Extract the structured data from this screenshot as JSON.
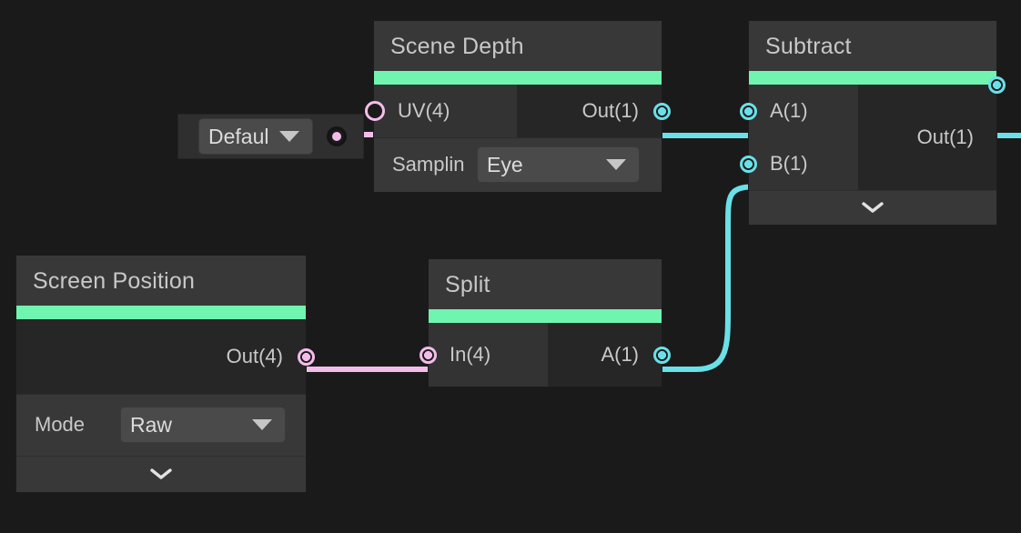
{
  "app": {
    "name": "shader-graph-editor",
    "background_color": "#1a1a1a",
    "accent_color": "#6ff5b0",
    "wire_colors": {
      "vector1": "#6ae0e8",
      "vector4": "#f3bdea"
    }
  },
  "property_widget": {
    "name": "default-dropdown",
    "value": "Default",
    "truncated_value": "Defaul",
    "port_icon": "filled-port-icon"
  },
  "nodes": [
    {
      "id": "scene-depth",
      "title": "Scene Depth",
      "inputs": [
        {
          "label": "UV(4)",
          "type": "vector4",
          "connected": true
        }
      ],
      "outputs": [
        {
          "label": "Out(1)",
          "type": "vector1",
          "connected": true
        }
      ],
      "settings": [
        {
          "label": "Sampling",
          "label_clipped": "Samplin",
          "control": "dropdown",
          "value": "Eye"
        }
      ],
      "collapse_toggle": false
    },
    {
      "id": "subtract",
      "title": "Subtract",
      "inputs": [
        {
          "label": "A(1)",
          "type": "vector1",
          "connected": true
        },
        {
          "label": "B(1)",
          "type": "vector1",
          "connected": true
        }
      ],
      "outputs": [
        {
          "label": "Out(1)",
          "type": "vector1",
          "connected": true
        }
      ],
      "settings": [],
      "collapse_toggle": true,
      "collapse_icon": "chevron-down-icon"
    },
    {
      "id": "screen-position",
      "title": "Screen Position",
      "inputs": [],
      "outputs": [
        {
          "label": "Out(4)",
          "type": "vector4",
          "connected": true
        }
      ],
      "settings": [
        {
          "label": "Mode",
          "control": "dropdown",
          "value": "Raw"
        }
      ],
      "collapse_toggle": true,
      "collapse_icon": "chevron-down-icon"
    },
    {
      "id": "split",
      "title": "Split",
      "inputs": [
        {
          "label": "In(4)",
          "type": "vector4",
          "connected": true
        }
      ],
      "outputs": [
        {
          "label": "A(1)",
          "type": "vector1",
          "connected": true
        }
      ],
      "settings": [],
      "collapse_toggle": false
    }
  ],
  "edges": [
    {
      "from": "default-dropdown.out",
      "to": "scene-depth.UV(4)",
      "type": "vector4"
    },
    {
      "from": "scene-depth.Out(1)",
      "to": "subtract.A(1)",
      "type": "vector1"
    },
    {
      "from": "screen-position.Out(4)",
      "to": "split.In(4)",
      "type": "vector4"
    },
    {
      "from": "split.A(1)",
      "to": "subtract.B(1)",
      "type": "vector1"
    },
    {
      "from": "subtract.Out(1)",
      "to": "offscreen-right",
      "type": "vector1"
    }
  ]
}
